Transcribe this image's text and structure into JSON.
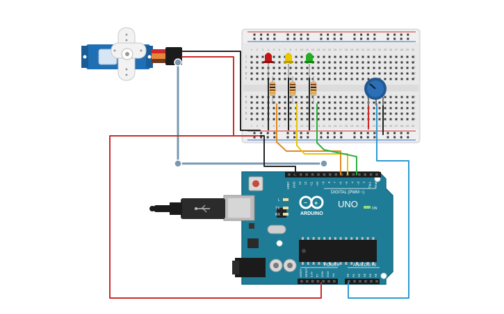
{
  "arduino": {
    "brand": "ARDUINO",
    "model": "UNO",
    "on_label": "ON",
    "digital_label": "DIGITAL (PWM ~)",
    "power_label": "POWER",
    "analog_label": "ANALOG IN",
    "tx_label": "TX",
    "rx_label": "RX",
    "l_label": "L",
    "digital_pins": [
      "AREF",
      "GND",
      "13",
      "12",
      "~11",
      "~10",
      "~9",
      "8",
      "7",
      "~6",
      "~5",
      "4",
      "~3",
      "2",
      "TX▸1",
      "RX◂0"
    ],
    "power_pins": [
      "IOREF",
      "RESET",
      "3.3V",
      "5V",
      "GND",
      "GND",
      "Vin"
    ],
    "analog_pins": [
      "A0",
      "A1",
      "A2",
      "A3",
      "A4",
      "A5"
    ]
  },
  "breadboard": {
    "top_numbers": [
      "1",
      "2",
      "3",
      "4",
      "5",
      "6",
      "7",
      "8",
      "9",
      "10",
      "11",
      "12",
      "13",
      "14",
      "15",
      "16",
      "17",
      "18",
      "19",
      "20",
      "21",
      "22",
      "23",
      "24",
      "25",
      "26",
      "27",
      "28",
      "29",
      "30"
    ],
    "row_letters_top": [
      "j",
      "i",
      "h",
      "g",
      "f"
    ],
    "row_letters_bottom": [
      "e",
      "d",
      "c",
      "b",
      "a"
    ]
  },
  "components": {
    "leds": [
      {
        "name": "red",
        "color": "#c41414"
      },
      {
        "name": "yellow",
        "color": "#e8c800"
      },
      {
        "name": "green",
        "color": "#22b022"
      }
    ],
    "servo_color": "#1f6fb5",
    "pot_color": "#2a6fb8"
  },
  "wires": {
    "red": "#cc2a2a",
    "black": "#222222",
    "blue": "#2e9ad0",
    "orange": "#e28a1e",
    "yellow": "#e8c400",
    "green": "#2cae3a",
    "grey": "#7a99b0"
  }
}
